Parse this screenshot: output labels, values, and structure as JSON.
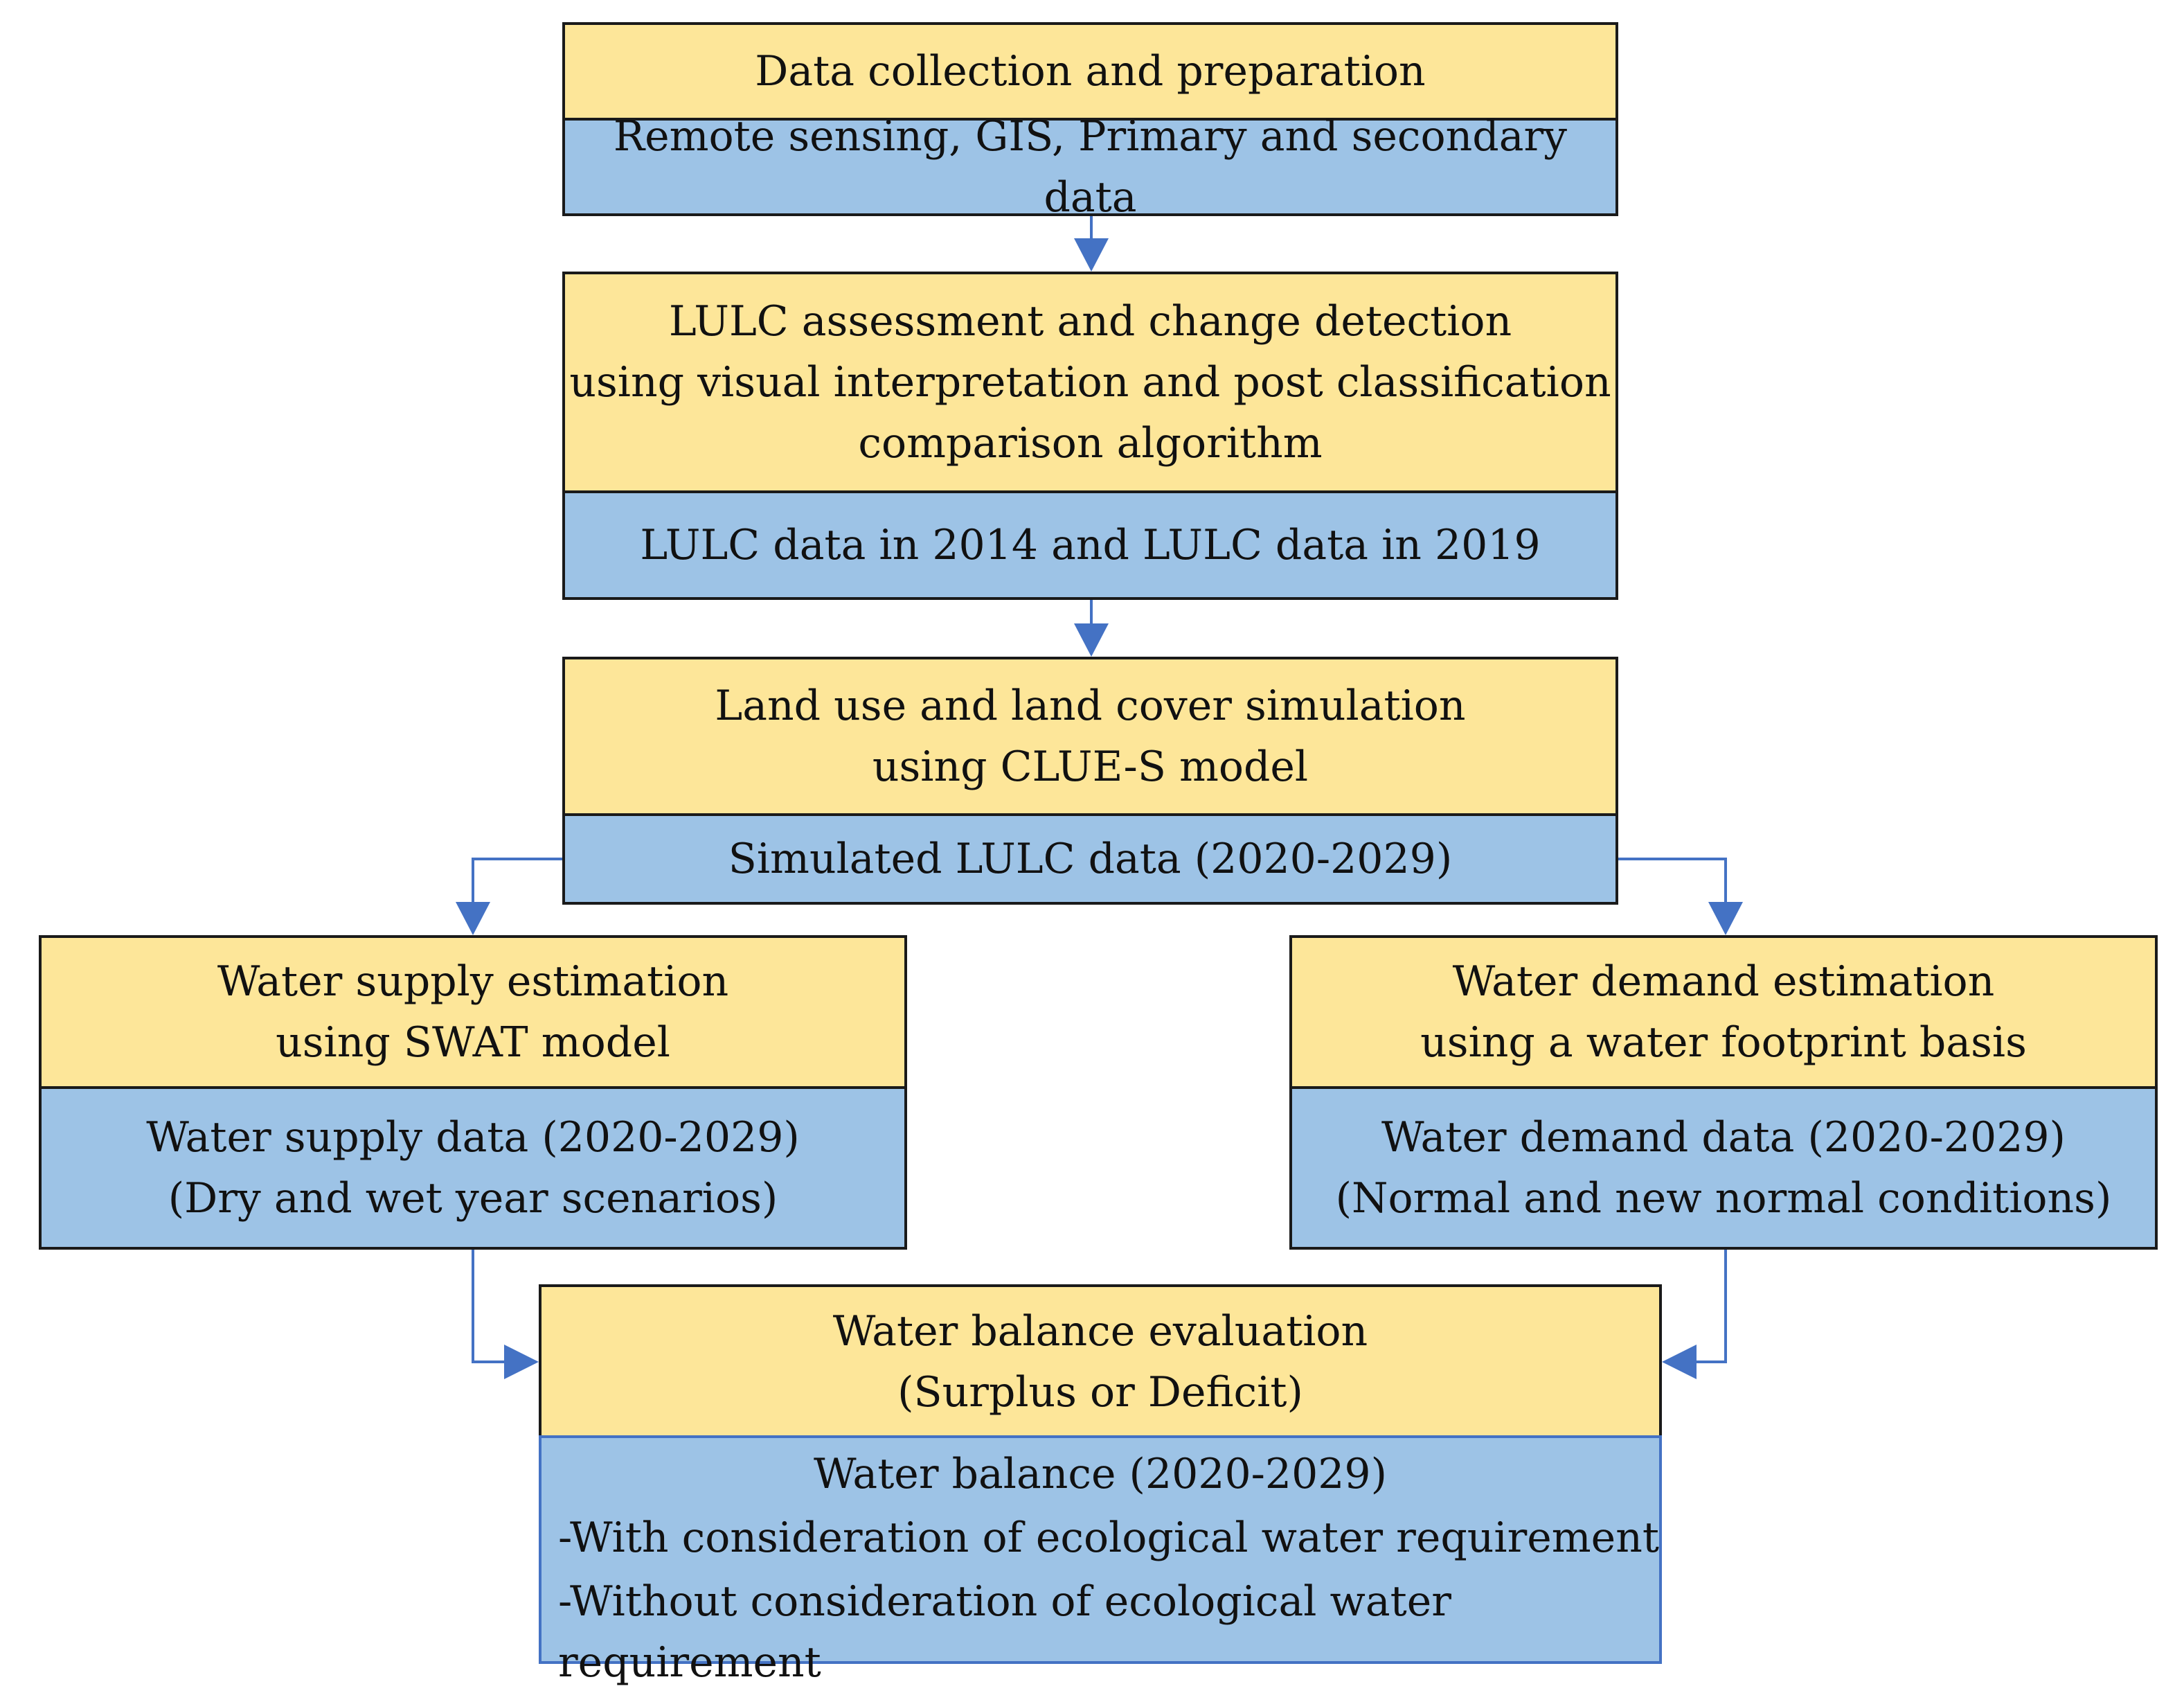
{
  "step1": {
    "title": "Data collection and preparation",
    "output": "Remote sensing, GIS, Primary and secondary data"
  },
  "step2": {
    "title_lines": [
      "LULC assessment and change detection",
      "using visual interpretation and post classification",
      "comparison algorithm"
    ],
    "output": "LULC data in 2014 and LULC data in 2019"
  },
  "step3": {
    "title_lines": [
      "Land use and land cover simulation",
      "using CLUE-S model"
    ],
    "output": "Simulated LULC data (2020-2029)"
  },
  "supply": {
    "title_lines": [
      "Water supply estimation",
      "using SWAT model"
    ],
    "output_lines": [
      "Water supply data (2020-2029)",
      "(Dry and wet year scenarios)"
    ]
  },
  "demand": {
    "title_lines": [
      "Water demand estimation",
      "using a water footprint basis"
    ],
    "output_lines": [
      "Water demand data (2020-2029)",
      "(Normal and new normal conditions)"
    ]
  },
  "balance": {
    "title_lines": [
      "Water balance evaluation",
      "(Surplus or Deficit)"
    ],
    "output_heading": "Water balance (2020-2029)",
    "output_items": [
      "-With consideration of ecological water requirement",
      "-Without consideration of ecological water requirement"
    ]
  },
  "colors": {
    "process_fill": "#fde699",
    "output_fill": "#9dc3e6",
    "arrow": "#4472c4",
    "border": "#1a1a1a"
  }
}
